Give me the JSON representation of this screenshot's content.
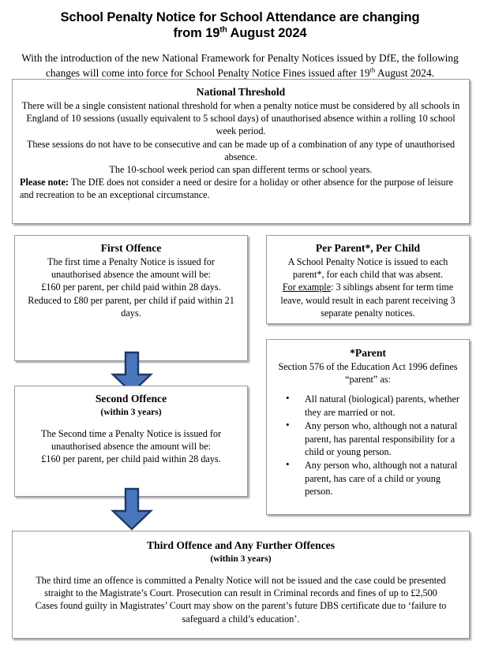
{
  "document": {
    "title_line1": "School Penalty Notice for School Attendance are changing",
    "title_line2_prefix": "from 19",
    "title_line2_sup": "th",
    "title_line2_suffix": " August 2024",
    "intro_prefix": "With the introduction of the new National Framework for Penalty Notices issued by DfE, the following changes will come into force for School Penalty Notice Fines issued after 19",
    "intro_sup": "th",
    "intro_suffix": " August 2024."
  },
  "boxes": {
    "national_threshold": {
      "title": "National Threshold",
      "para1": "There will  be a single consistent national threshold for when a penalty notice must be considered by all schools in England of 10 sessions (usually equivalent to 5 school days) of unauthorised absence within a rolling 10 school week period.",
      "para2": "These sessions do not have to be consecutive and can be made up of a combination of any type of unauthorised absence.",
      "para3": "The 10-school week period can span different terms or school years.",
      "note_label": "Please note:",
      "note_text": " The DfE does not consider a need or desire for a holiday or other absence for the purpose of leisure and recreation to be an exceptional circumstance."
    },
    "first_offence": {
      "title": "First Offence",
      "line1": "The first time a Penalty Notice is issued for",
      "line2": "unauthorised absence the amount will be:",
      "line3": "£160 per parent, per child paid within 28 days.",
      "line4": "Reduced to £80 per parent, per child if paid within 21 days."
    },
    "second_offence": {
      "title": "Second Offence",
      "subtitle": "(within 3 years)",
      "line1": "The Second time a Penalty Notice is issued for",
      "line2": "unauthorised absence the amount will be:",
      "line3": "£160 per parent, per child paid within 28 days."
    },
    "third_offence": {
      "title": "Third Offence and Any Further Offences",
      "subtitle": "(within 3 years)",
      "para1": "The third time an offence is committed a Penalty Notice will not be issued and the case could be presented straight to the Magistrate’s Court. Prosecution can result in Criminal records and fines of up to £2,500",
      "para2": "Cases found guilty in Magistrates’ Court may show on the parent’s future DBS certificate due to ‘failure to safeguard a child’s education’."
    },
    "per_parent": {
      "title": "Per Parent*, Per Child",
      "line1": "A School Penalty Notice is issued to each parent*, for each child that was absent.",
      "example_label": "For example",
      "example_text": ": 3 siblings absent for term time leave, would result in each parent receiving 3 separate penalty notices."
    },
    "parent_definition": {
      "title": "*Parent",
      "intro": "Section 576 of the Education Act 1996 defines “parent” as:",
      "bullets": [
        "All natural (biological) parents, whether they are married or not.",
        "Any person who, although not a natural parent, has parental responsibility for a child or young person.",
        "Any person who, although not a natural parent, has care of a child or young person."
      ]
    }
  },
  "arrows": {
    "fill_color": "#4A76BE",
    "stroke_color": "#1F3864",
    "count": 2
  }
}
